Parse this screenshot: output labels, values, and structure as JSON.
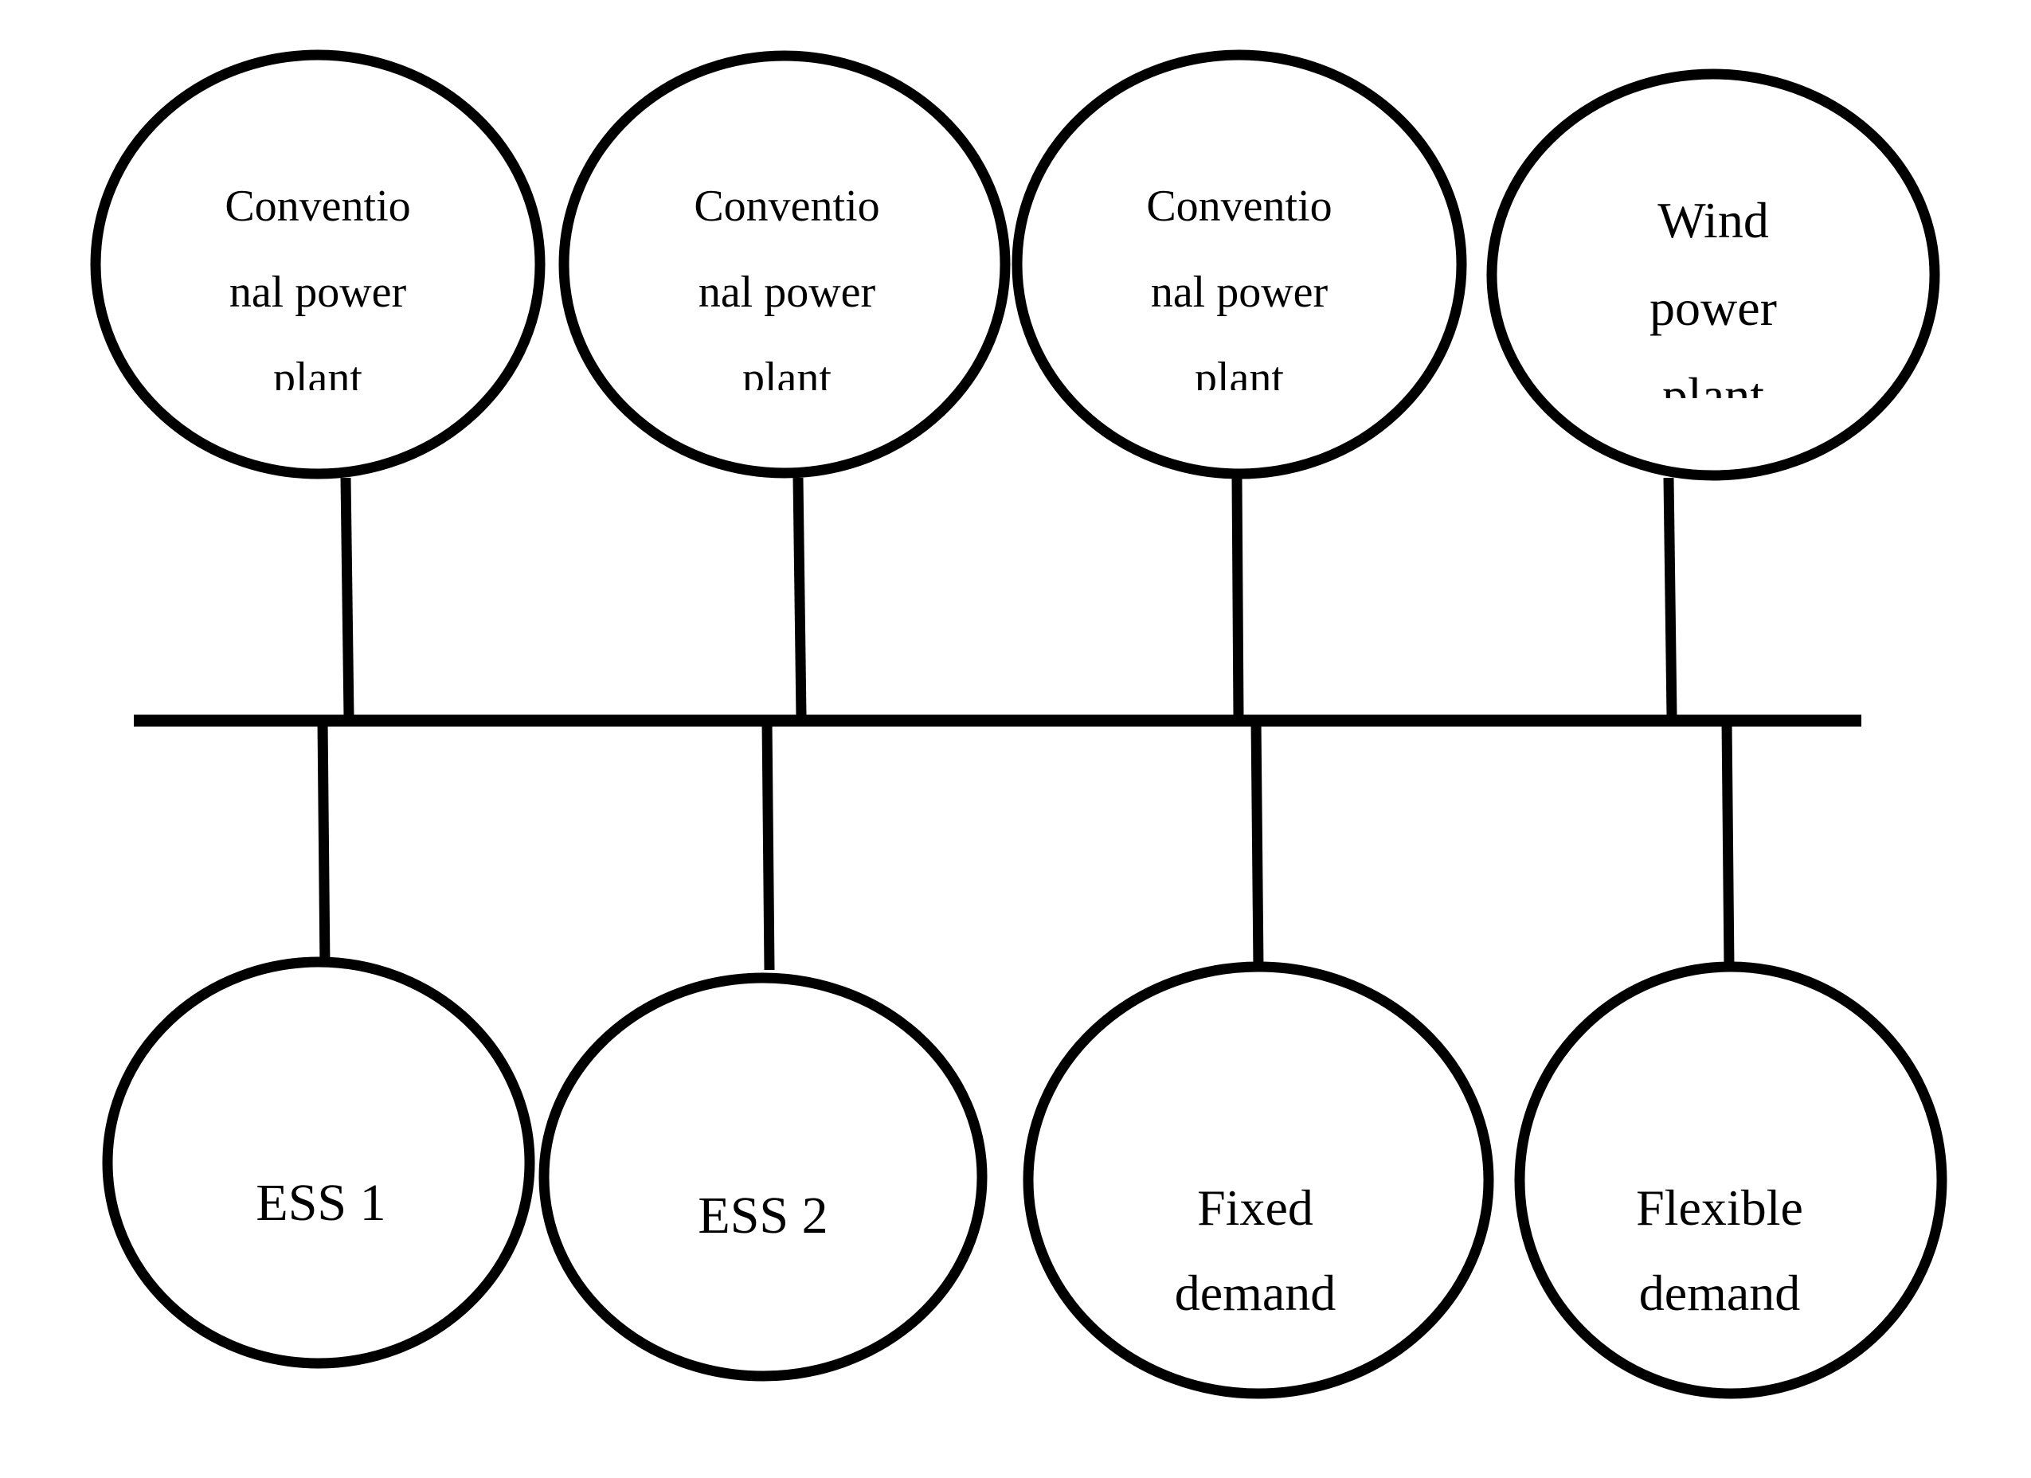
{
  "colors": {
    "line": "#000000",
    "fill": "#ffffff",
    "text": "#000000"
  },
  "nodes_top": [
    {
      "id": "conv-1",
      "lines": [
        "Conventio",
        "nal power",
        "plant"
      ]
    },
    {
      "id": "conv-2",
      "lines": [
        "Conventio",
        "nal power",
        "plant"
      ]
    },
    {
      "id": "conv-3",
      "lines": [
        "Conventio",
        "nal power",
        "plant"
      ]
    },
    {
      "id": "wind",
      "lines": [
        "Wind",
        "power",
        "plant"
      ]
    }
  ],
  "nodes_bottom": [
    {
      "id": "ess-1",
      "lines": [
        "ESS 1"
      ]
    },
    {
      "id": "ess-2",
      "lines": [
        "ESS 2"
      ]
    },
    {
      "id": "fixed-demand",
      "lines": [
        "Fixed",
        "demand"
      ]
    },
    {
      "id": "flexible-demand",
      "lines": [
        "Flexible",
        "demand"
      ]
    }
  ]
}
